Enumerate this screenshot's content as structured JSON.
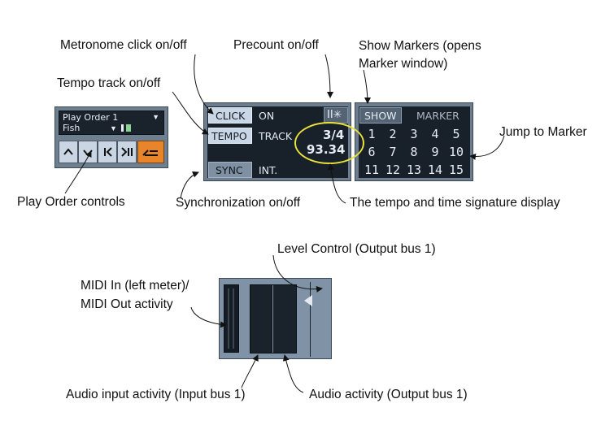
{
  "annotations": {
    "metronome": "Metronome click on/off",
    "precount": "Precount on/off",
    "show_markers_1": "Show Markers (opens",
    "show_markers_2": "Marker window)",
    "tempo_track": "Tempo track on/off",
    "jump_marker": "Jump to Marker",
    "play_order": "Play Order controls",
    "sync": "Synchronization on/off",
    "tempo_display": "The tempo and time signature display",
    "level_control": "Level Control (Output bus 1)",
    "midi_1": "MIDI In (left meter)/",
    "midi_2": "MIDI Out activity",
    "audio_input": "Audio input activity (Input bus 1)",
    "audio_output": "Audio activity (Output bus 1)"
  },
  "play_order_panel": {
    "select_label": "Play Order 1",
    "item_label": "Fish",
    "buttons": [
      "up-icon",
      "down-icon",
      "skip-back-icon",
      "step-forward-icon",
      "playlist-icon"
    ]
  },
  "transport_panel": {
    "click_label": "CLICK",
    "click_value": "ON",
    "tempo_label": "TEMPO",
    "tempo_value": "TRACK",
    "time_signature": "3/4",
    "tempo": "93.34",
    "sync_label": "SYNC",
    "sync_value": "INT.",
    "precount_icon": "precount-icon"
  },
  "marker_panel": {
    "show_label": "SHOW",
    "marker_label": "MARKER",
    "markers": [
      "1",
      "2",
      "3",
      "4",
      "5",
      "6",
      "7",
      "8",
      "9",
      "10",
      "11",
      "12",
      "13",
      "14",
      "15"
    ]
  },
  "colors": {
    "lcd_bg": "#18202a",
    "panel_bg": "#6b7c8e",
    "button_light": "#c8d6e6",
    "highlight_ellipse": "#e8e23a",
    "orange_button": "#e8852a"
  }
}
